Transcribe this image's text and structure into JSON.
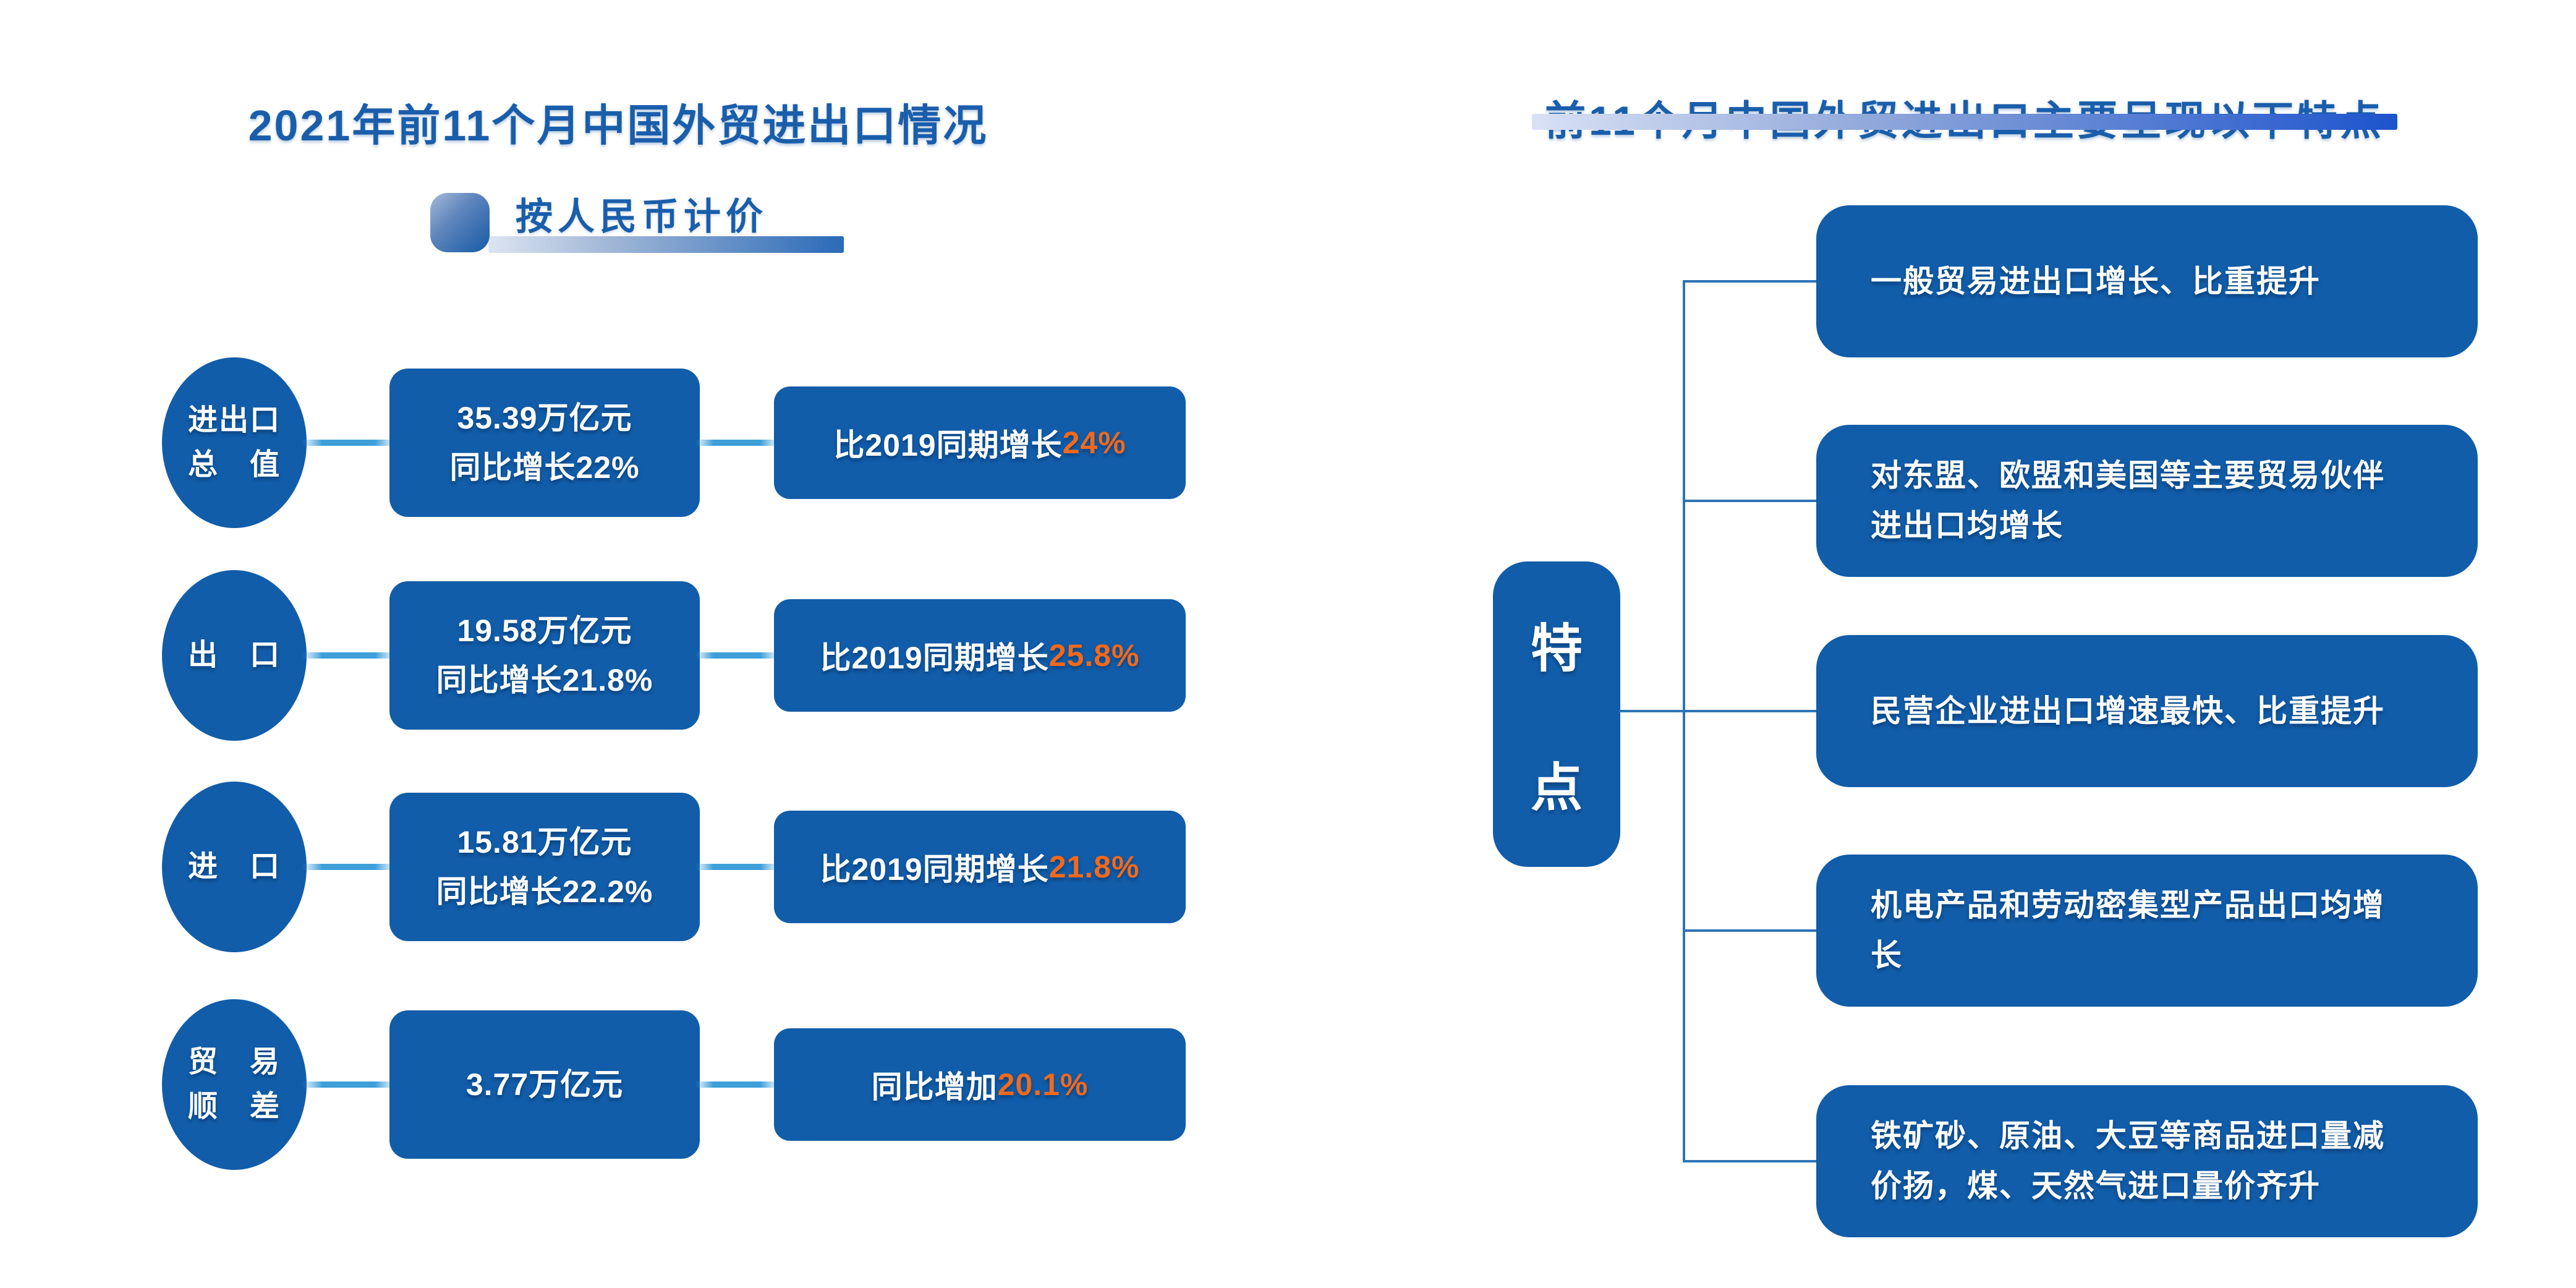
{
  "colors": {
    "main-blue": "#115DA9",
    "title-blue": "#1A5EAB",
    "connector-blue": "#2E74B5",
    "light-line": "#3E9FD9",
    "accent-orange": "#F2691B"
  },
  "left": {
    "title": "2021年前11个月中国外贸进出口情况",
    "pricing_label": "按人民币计价",
    "rows": [
      {
        "circle_line1": "进出口",
        "circle_line2": "总　值",
        "value_line1": "35.39万亿元",
        "value_line2": "同比增长22%",
        "compare_prefix": "比2019同期增长",
        "compare_value": "24%"
      },
      {
        "circle_line1": "出　口",
        "value_line1": "19.58万亿元",
        "value_line2": "同比增长21.8%",
        "compare_prefix": "比2019同期增长",
        "compare_value": "25.8%"
      },
      {
        "circle_line1": "进　口",
        "value_line1": "15.81万亿元",
        "value_line2": "同比增长22.2%",
        "compare_prefix": "比2019同期增长",
        "compare_value": "21.8%"
      },
      {
        "circle_line1": "贸　易",
        "circle_line2": "顺　差",
        "value_line1": "3.77万亿元",
        "compare_prefix": "同比增加",
        "compare_value": "20.1%"
      }
    ]
  },
  "right": {
    "title": "前11个月中国外贸进出口主要呈现以下特点",
    "root_line1": "特",
    "root_line2": "点",
    "features": [
      {
        "text": "一般贸易进出口增长、比重提升"
      },
      {
        "text": "对东盟、欧盟和美国等主要贸易伙伴进出口均增长"
      },
      {
        "text": "民营企业进出口增速最快、比重提升"
      },
      {
        "text": "机电产品和劳动密集型产品出口均增长"
      },
      {
        "text": "铁矿砂、原油、大豆等商品进口量减价扬，煤、天然气进口量价齐升"
      }
    ]
  }
}
